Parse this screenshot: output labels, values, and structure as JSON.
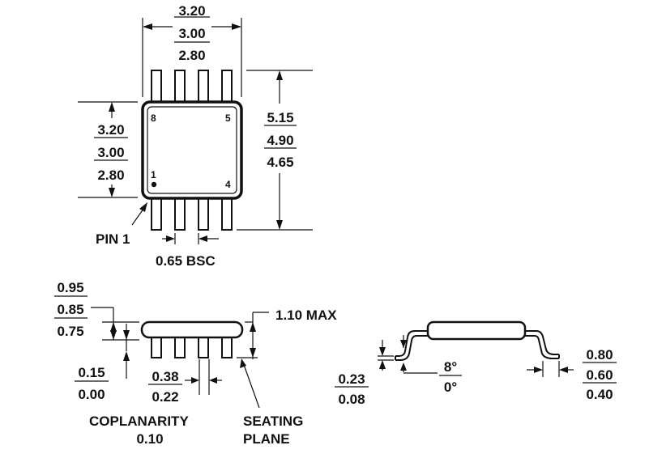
{
  "top_view": {
    "width_dims": [
      "3.20",
      "3.00",
      "2.80"
    ],
    "body_dims": [
      "3.20",
      "3.00",
      "2.80"
    ],
    "length_dims": [
      "5.15",
      "4.90",
      "4.65"
    ],
    "pin_labels": [
      "8",
      "5",
      "1",
      "4"
    ],
    "pin1_label": "PIN 1",
    "pitch_label": "0.65 BSC"
  },
  "side_view": {
    "height_dims": [
      "0.95",
      "0.85",
      "0.75"
    ],
    "max_height_label": "1.10 MAX",
    "standoff_dims": [
      "0.15",
      "0.00"
    ],
    "lead_width_dims": [
      "0.38",
      "0.22"
    ],
    "coplanarity_label": "COPLANARITY",
    "coplanarity_value": "0.10",
    "seating_plane_label": [
      "SEATING",
      "PLANE"
    ]
  },
  "end_view": {
    "lead_thickness_dims": [
      "0.23",
      "0.08"
    ],
    "angle_dims": [
      "8°",
      "0°"
    ],
    "foot_length_dims": [
      "0.80",
      "0.60",
      "0.40"
    ]
  }
}
